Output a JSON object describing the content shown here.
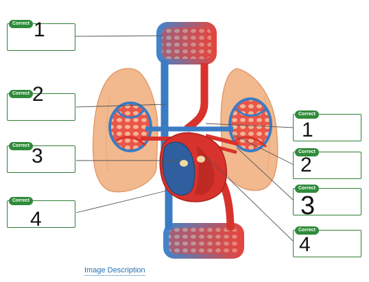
{
  "badge_text": "Correct",
  "left_boxes": [
    {
      "number": "1"
    },
    {
      "number": "2"
    },
    {
      "number": "3"
    },
    {
      "number": "4"
    }
  ],
  "right_boxes": [
    {
      "number": "1"
    },
    {
      "number": "2"
    },
    {
      "number": "3"
    },
    {
      "number": "4"
    }
  ],
  "image_description_link": "Image Description",
  "colors": {
    "correct_badge": "#2e8b3a",
    "box_border": "#2e7d32",
    "vein_blue": "#3a7cc4",
    "artery_red": "#d8322c",
    "lung": "#f2b98e",
    "link": "#1f6fb2"
  }
}
